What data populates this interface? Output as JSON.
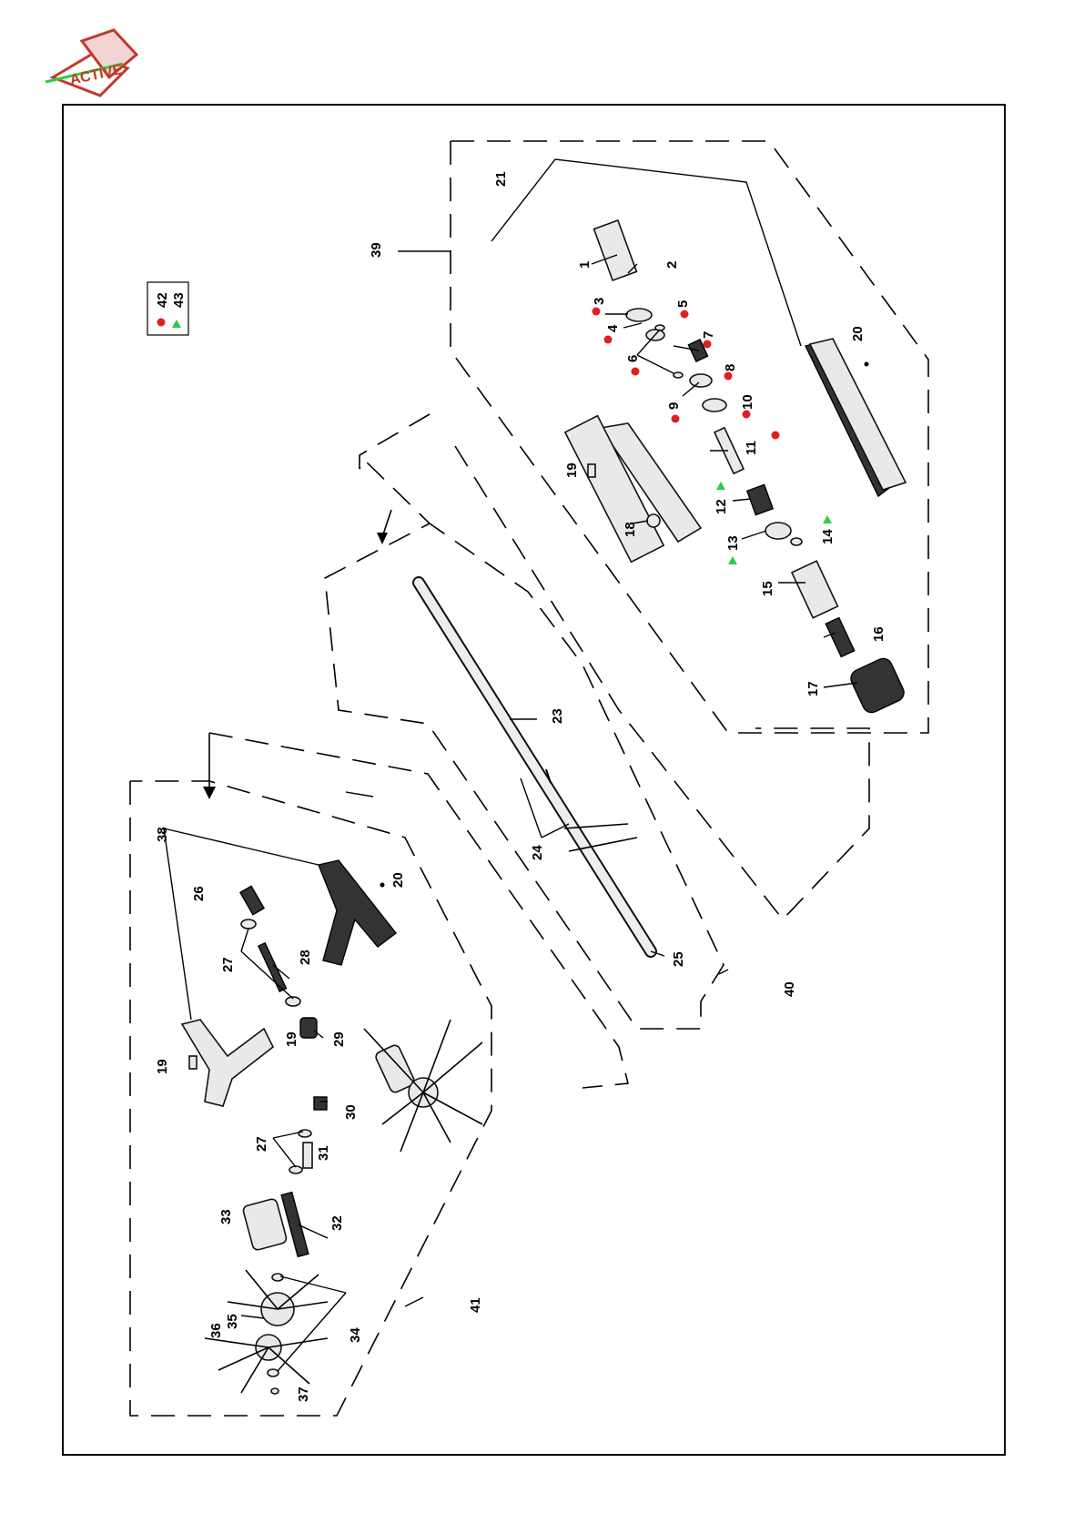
{
  "logo": {
    "text": "ACTIVE"
  },
  "legend": {
    "items": [
      {
        "number": "42",
        "marker": "red-dot-icon",
        "color": "#e02020"
      },
      {
        "number": "43",
        "marker": "green-triangle-icon",
        "color": "#2ecc40"
      }
    ]
  },
  "callouts": {
    "c1": "1",
    "c2": "2",
    "c3": "3",
    "c4": "4",
    "c5": "5",
    "c6": "6",
    "c7": "7",
    "c8": "8",
    "c9": "9",
    "c10": "10",
    "c11": "11",
    "c12": "12",
    "c13": "13",
    "c14": "14",
    "c15": "15",
    "c16": "16",
    "c17": "17",
    "c18": "18",
    "c19a": "19",
    "c19b": "19",
    "c19c": "19",
    "c20a": "20",
    "c20b": "20",
    "c21": "21",
    "c23": "23",
    "c24": "24",
    "c25": "25",
    "c26": "26",
    "c27a": "27",
    "c27b": "27",
    "c28": "28",
    "c29": "29",
    "c30": "30",
    "c31": "31",
    "c32": "32",
    "c33": "33",
    "c34": "34",
    "c35": "35",
    "c36": "36",
    "c37": "37",
    "c38": "38",
    "c39": "39",
    "c40": "40",
    "c41": "41"
  },
  "colors": {
    "red": "#e02020",
    "green": "#2ecc40",
    "line": "#000000",
    "brand_red": "#c0392b"
  }
}
